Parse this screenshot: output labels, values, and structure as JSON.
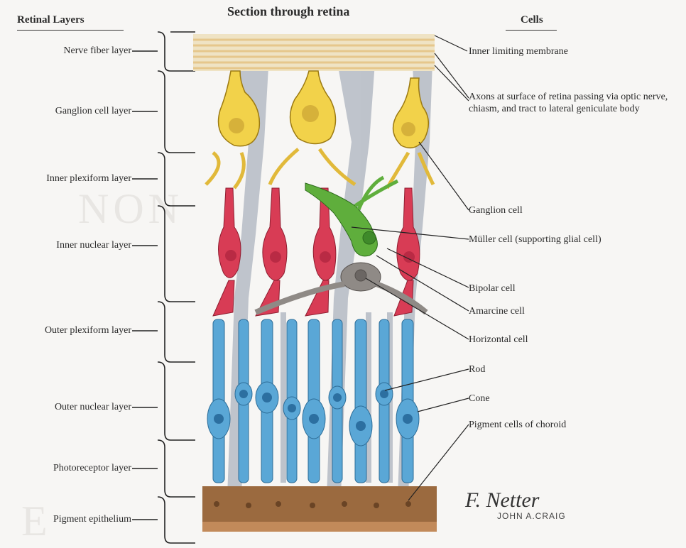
{
  "title": "Section through retina",
  "left_header": "Retinal Layers",
  "right_header": "Cells",
  "layers": [
    {
      "label": "Nerve fiber layer"
    },
    {
      "label": "Ganglion cell layer"
    },
    {
      "label": "Inner plexiform layer"
    },
    {
      "label": "Inner nuclear layer"
    },
    {
      "label": "Outer plexiform layer"
    },
    {
      "label": "Outer nuclear layer"
    },
    {
      "label": "Photoreceptor layer"
    },
    {
      "label": "Pigment epithelium"
    }
  ],
  "cells": [
    {
      "label": "Inner limiting membrane"
    },
    {
      "label": "Axons at surface of retina passing via optic nerve, chiasm, and tract to lateral geniculate body"
    },
    {
      "label": "Ganglion cell"
    },
    {
      "label": "Müller cell (supporting glial cell)"
    },
    {
      "label": "Bipolar cell"
    },
    {
      "label": "Amarcine cell"
    },
    {
      "label": "Horizontal cell"
    },
    {
      "label": "Rod"
    },
    {
      "label": "Cone"
    },
    {
      "label": "Pigment cells of choroid"
    }
  ],
  "signature": "JOHN A.CRAIG",
  "signature_script": "F. Netter",
  "colors": {
    "ganglion": "#f2d24a",
    "muller": "#b9bec6",
    "bipolar": "#d83c55",
    "amacrine": "#5fae3c",
    "horizontal": "#8f8a86",
    "rod_cone": "#5aa7d6",
    "pigment": "#8a5a34",
    "axon": "#e8c98a"
  }
}
